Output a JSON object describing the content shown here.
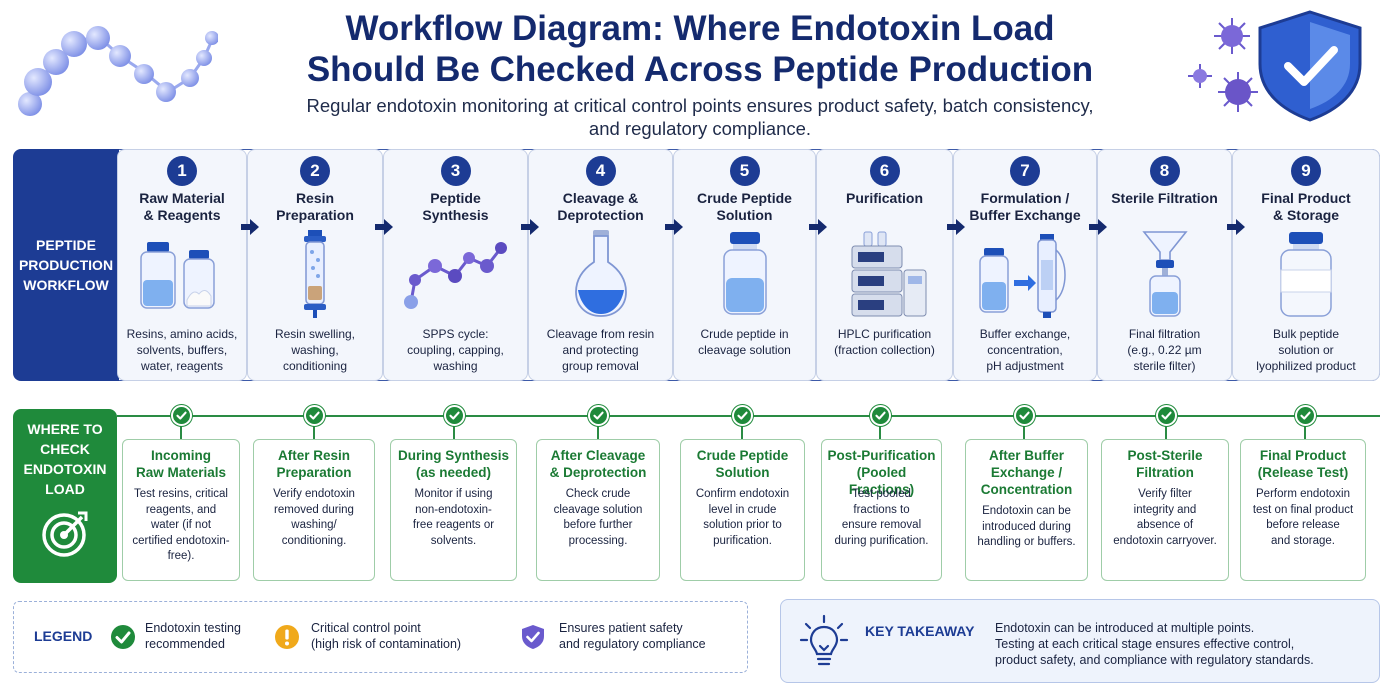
{
  "header": {
    "title_line1": "Workflow Diagram: Where Endotoxin Load",
    "title_line2": "Should Be Checked Across Peptide Production",
    "subtitle_line1": "Regular endotoxin monitoring at critical control points ensures product safety, batch consistency,",
    "subtitle_line2": "and regulatory compliance."
  },
  "workflow": {
    "label_lines": [
      "PEPTIDE",
      "PRODUCTION",
      "WORKFLOW"
    ],
    "steps": [
      {
        "num": "1",
        "title_lines": [
          "Raw Material",
          "& Reagents"
        ],
        "desc_lines": [
          "Resins, amino acids,",
          "solvents, buffers,",
          "water, reagents"
        ],
        "icon": "reagent-bottles-icon"
      },
      {
        "num": "2",
        "title_lines": [
          "Resin",
          "Preparation"
        ],
        "desc_lines": [
          "Resin swelling,",
          "washing,",
          "conditioning"
        ],
        "icon": "resin-column-icon"
      },
      {
        "num": "3",
        "title_lines": [
          "Peptide",
          "Synthesis"
        ],
        "desc_lines": [
          "SPPS cycle:",
          "coupling, capping,",
          "washing"
        ],
        "icon": "peptide-chain-icon"
      },
      {
        "num": "4",
        "title_lines": [
          "Cleavage &",
          "Deprotection"
        ],
        "desc_lines": [
          "Cleavage from resin",
          "and protecting",
          "group removal"
        ],
        "icon": "flask-icon"
      },
      {
        "num": "5",
        "title_lines": [
          "Crude Peptide",
          "Solution"
        ],
        "desc_lines": [
          "Crude peptide in",
          "cleavage solution"
        ],
        "icon": "solution-bottle-icon"
      },
      {
        "num": "6",
        "title_lines": [
          "Purification"
        ],
        "desc_lines": [
          "HPLC purification",
          "(fraction collection)"
        ],
        "icon": "hplc-system-icon"
      },
      {
        "num": "7",
        "title_lines": [
          "Formulation /",
          "Buffer Exchange"
        ],
        "desc_lines": [
          "Buffer exchange,",
          "concentration,",
          "pH adjustment"
        ],
        "icon": "buffer-exchange-icon"
      },
      {
        "num": "8",
        "title_lines": [
          "Sterile Filtration"
        ],
        "desc_lines": [
          "Final filtration",
          "(e.g., 0.22 µm",
          "sterile filter)"
        ],
        "icon": "sterile-filter-icon"
      },
      {
        "num": "9",
        "title_lines": [
          "Final Product",
          "& Storage"
        ],
        "desc_lines": [
          "Bulk peptide",
          "solution or",
          "lyophilized product"
        ],
        "icon": "final-vial-icon"
      }
    ]
  },
  "checkpoints": {
    "label_lines": [
      "WHERE TO",
      "CHECK",
      "ENDOTOXIN",
      "LOAD"
    ],
    "cards": [
      {
        "title_lines": [
          "Incoming",
          "Raw Materials"
        ],
        "desc_lines": [
          "Test resins, critical",
          "reagents, and",
          "water (if not",
          "certified endotoxin-",
          "free)."
        ]
      },
      {
        "title_lines": [
          "After Resin",
          "Preparation"
        ],
        "desc_lines": [
          "Verify endotoxin",
          "removed during",
          "washing/",
          "conditioning."
        ]
      },
      {
        "title_lines": [
          "During Synthesis",
          "(as needed)"
        ],
        "desc_lines": [
          "Monitor if using",
          "non-endotoxin-",
          "free reagents or",
          "solvents."
        ]
      },
      {
        "title_lines": [
          "After Cleavage",
          "& Deprotection"
        ],
        "desc_lines": [
          "Check crude",
          "cleavage solution",
          "before further",
          "processing."
        ]
      },
      {
        "title_lines": [
          "Crude Peptide",
          "Solution"
        ],
        "desc_lines": [
          "Confirm endotoxin",
          "level in crude",
          "solution prior to",
          "purification."
        ]
      },
      {
        "title_lines": [
          "Post-Purification",
          "(Pooled Fractions)"
        ],
        "desc_lines": [
          "Test pooled",
          "fractions to",
          "ensure removal",
          "during purification."
        ]
      },
      {
        "title_lines": [
          "After Buffer",
          "Exchange /",
          "Concentration"
        ],
        "desc_lines": [
          "Endotoxin can be",
          "introduced during",
          "handling or buffers."
        ]
      },
      {
        "title_lines": [
          "Post-Sterile",
          "Filtration"
        ],
        "desc_lines": [
          "Verify filter",
          "integrity and",
          "absence of",
          "endotoxin carryover."
        ]
      },
      {
        "title_lines": [
          "Final Product",
          "(Release Test)"
        ],
        "desc_lines": [
          "Perform endotoxin",
          "test on final product",
          "before release",
          "and storage."
        ]
      }
    ]
  },
  "legend": {
    "title": "LEGEND",
    "items": [
      {
        "icon": "check-circle-icon",
        "lines": [
          "Endotoxin testing",
          "recommended"
        ]
      },
      {
        "icon": "warning-circle-icon",
        "lines": [
          "Critical control point",
          "(high risk of contamination)"
        ]
      },
      {
        "icon": "shield-check-icon",
        "lines": [
          "Ensures patient safety",
          "and regulatory compliance"
        ]
      }
    ]
  },
  "takeaway": {
    "title": "KEY TAKEAWAY",
    "lines": [
      "Endotoxin can be introduced at multiple points.",
      "Testing at each critical stage ensures effective control,",
      "product safety, and compliance with regulatory standards."
    ]
  },
  "colors": {
    "navy": "#1d3c94",
    "green": "#1f8a3b",
    "warning": "#f0a91b",
    "purple": "#6a5acd"
  }
}
